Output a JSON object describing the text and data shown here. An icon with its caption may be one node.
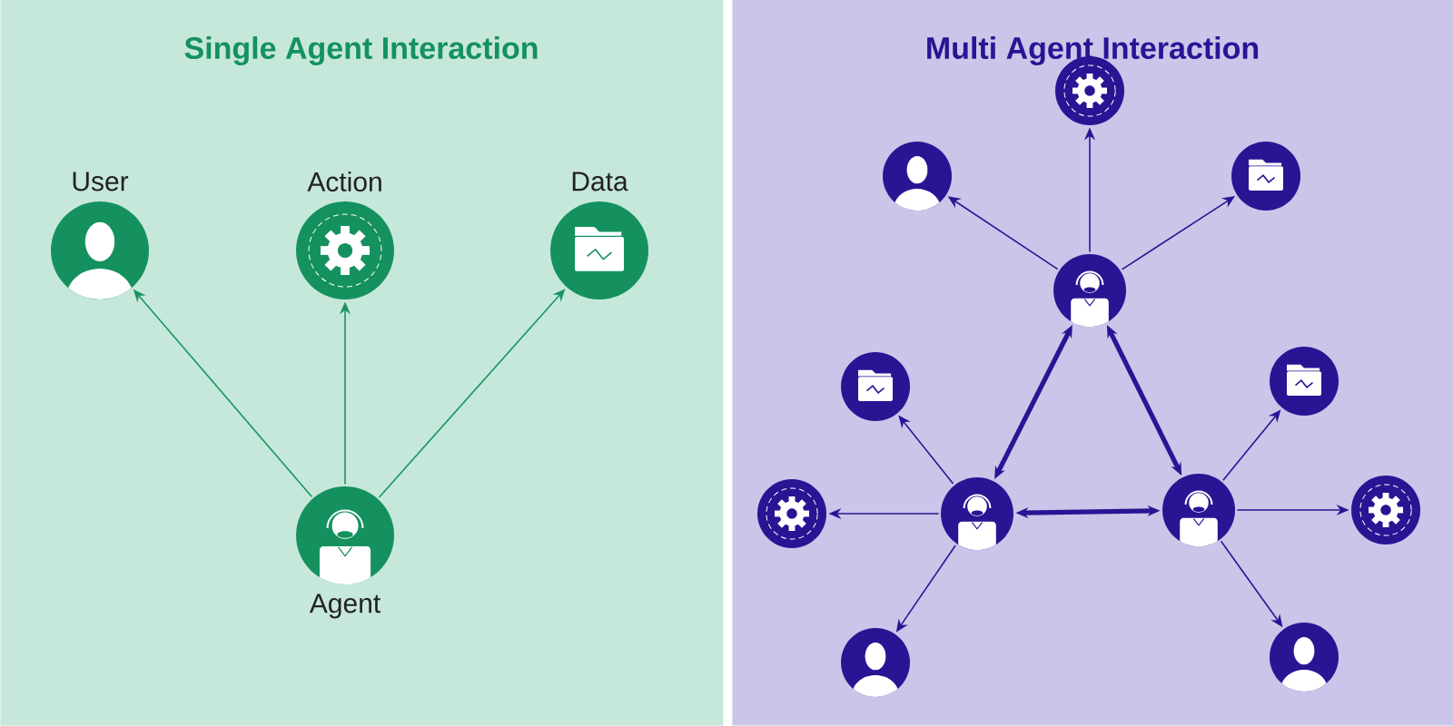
{
  "diagram": {
    "nodes": [
      {
        "text": [
          "Single Agent Interaction"
        ]
      },
      {
        "text": [
          "User"
        ],
        "in": 0
      },
      {
        "text": [
          "Action"
        ],
        "in": 0
      },
      {
        "text": [
          "Data"
        ],
        "in": 0
      },
      {
        "text": [
          "Agent"
        ],
        "in": 0
      },
      {
        "text": [
          "Multi Agent Interaction"
        ]
      },
      {
        "text": [],
        "shape": "picture",
        "in": 5
      },
      {
        "text": [],
        "shape": "picture",
        "in": 5
      },
      {
        "text": [],
        "shape": "picture",
        "in": 5
      },
      {
        "text": [],
        "shape": "picture",
        "in": 5
      },
      {
        "text": [],
        "shape": "picture",
        "in": 5
      },
      {
        "text": [],
        "shape": "picture",
        "in": 5
      },
      {
        "text": [],
        "shape": "picture",
        "in": 5
      },
      {
        "text": [],
        "shape": "picture",
        "in": 5
      },
      {
        "text": [],
        "shape": "picture",
        "in": 5
      },
      {
        "text": [],
        "shape": "picture",
        "in": 5
      },
      {
        "text": [],
        "shape": "picture",
        "in": 5
      },
      {
        "text": [],
        "shape": "picture",
        "in": 5
      }
    ],
    "edges": [
      {
        "from": 4,
        "to": 1,
        "arrow": "to",
        "color": "#1a9467"
      },
      {
        "from": 4,
        "to": 2,
        "arrow": "to",
        "color": "#1a9467"
      },
      {
        "from": 4,
        "to": 3,
        "arrow": "to",
        "color": "#1a9467"
      },
      {
        "from": 6,
        "to": 7,
        "arrow": "to"
      },
      {
        "from": 6,
        "to": 8,
        "arrow": "to"
      },
      {
        "from": 6,
        "to": 9,
        "arrow": "to"
      },
      {
        "from": 6,
        "to": 10,
        "arrow": "both",
        "style": "thick"
      },
      {
        "from": 6,
        "to": 14,
        "arrow": "both",
        "style": "thick"
      },
      {
        "from": 10,
        "to": 14,
        "arrow": "both",
        "style": "thick"
      },
      {
        "from": 10,
        "to": 11,
        "arrow": "to"
      },
      {
        "from": 10,
        "to": 12,
        "arrow": "to"
      },
      {
        "from": 10,
        "to": 13,
        "arrow": "to"
      },
      {
        "from": 14,
        "to": 15,
        "arrow": "to"
      },
      {
        "from": 14,
        "to": 16,
        "arrow": "to"
      },
      {
        "from": 14,
        "to": 17,
        "arrow": "to"
      }
    ]
  }
}
